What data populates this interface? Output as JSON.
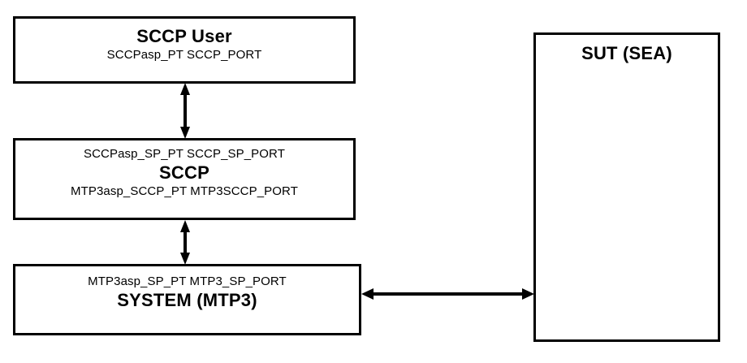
{
  "diagram": {
    "type": "block-architecture",
    "background_color": "#ffffff",
    "line_color": "#000000",
    "nodes": [
      {
        "id": "sccp-user",
        "title": "SCCP User",
        "ports_below_title": "SCCPasp_PT SCCP_PORT"
      },
      {
        "id": "sccp",
        "title": "SCCP",
        "ports_above_title": "SCCPasp_SP_PT  SCCP_SP_PORT",
        "ports_below_title": "MTP3asp_SCCP_PT  MTP3SCCP_PORT"
      },
      {
        "id": "system-mtp3",
        "title": "SYSTEM (MTP3)",
        "ports_above_title": "MTP3asp_SP_PT  MTP3_SP_PORT"
      },
      {
        "id": "sut",
        "title": "SUT (SEA)"
      }
    ],
    "connectors": [
      {
        "id": "sccp-user-to-sccp",
        "from": "sccp-user",
        "to": "sccp",
        "orientation": "vertical",
        "arrowheads": "both"
      },
      {
        "id": "sccp-to-system-mtp3",
        "from": "sccp",
        "to": "system-mtp3",
        "orientation": "vertical",
        "arrowheads": "both"
      },
      {
        "id": "system-mtp3-to-sut",
        "from": "system-mtp3",
        "to": "sut",
        "orientation": "horizontal",
        "arrowheads": "both"
      }
    ]
  }
}
